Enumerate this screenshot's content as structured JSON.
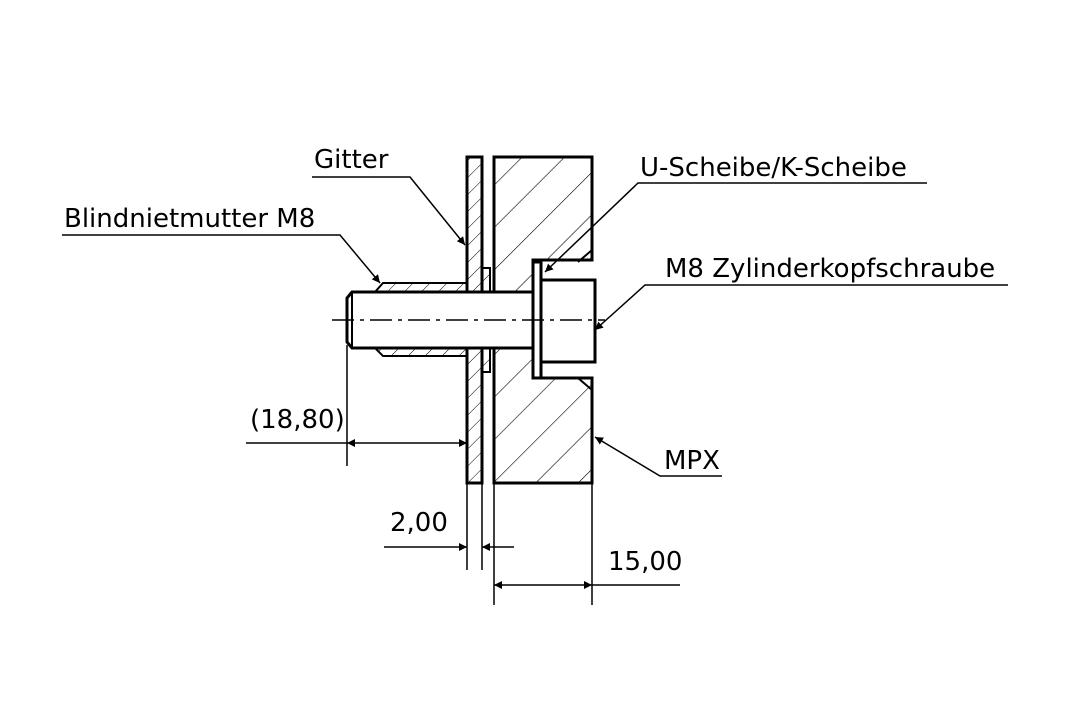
{
  "labels": {
    "gitter": "Gitter",
    "blindnietmutter": "Blindnietmutter M8",
    "scheibe": "U-Scheibe/K-Scheibe",
    "schraube": "M8 Zylinderkopfschraube",
    "mpx": "MPX"
  },
  "dimensions": {
    "length": "(18,80)",
    "gap": "2,00",
    "board": "15,00"
  },
  "colors": {
    "line": "#000000",
    "background": "#ffffff"
  }
}
